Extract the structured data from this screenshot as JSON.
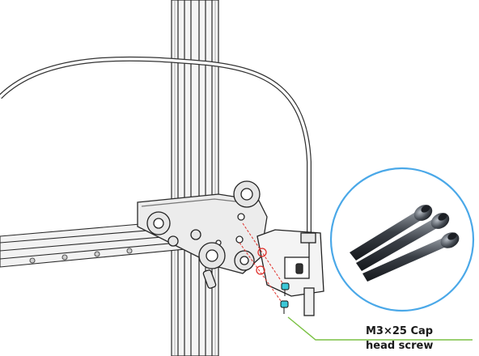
{
  "callout": {
    "line1": "M3×25 Cap",
    "line2": "head screw"
  },
  "colors": {
    "leader_line": "#7ac143",
    "zoom_circle": "#4aa8e8",
    "screw_marker": "#e0302a",
    "screw_highlight": "#3cc8d8"
  },
  "icons": [
    "rail-extrusion",
    "arm-bracket",
    "pulley-wheel",
    "filament-tube",
    "extruder-head",
    "cap-head-screw"
  ]
}
